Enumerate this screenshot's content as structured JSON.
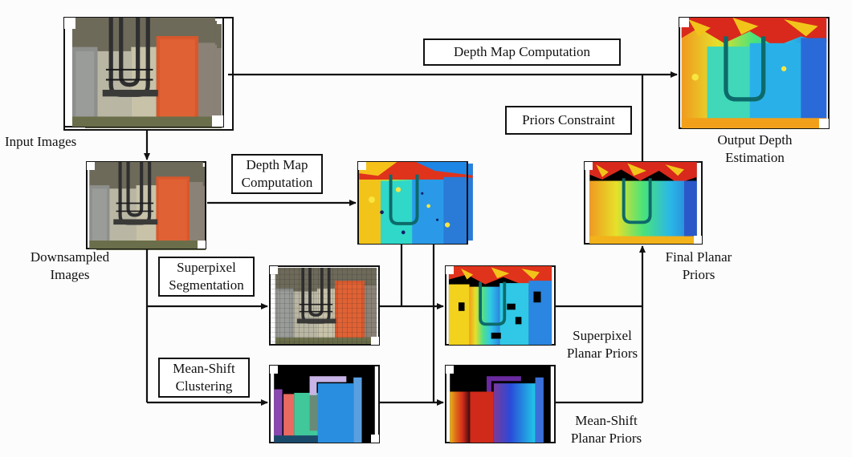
{
  "labels": {
    "input_images": "Input Images",
    "downsampled_line1": "Downsampled",
    "downsampled_line2": "Images",
    "output_line1": "Output Depth",
    "output_line2": "Estimation",
    "final_line1": "Final Planar",
    "final_line2": "Priors",
    "sp_priors_line1": "Superpixel",
    "sp_priors_line2": "Planar Priors",
    "ms_priors_line1": "Mean-Shift",
    "ms_priors_line2": "Planar Priors"
  },
  "boxes": {
    "depth_top": "Depth Map Computation",
    "depth_mid_line1": "Depth Map",
    "depth_mid_line2": "Computation",
    "priors_constraint": "Priors Constraint",
    "superpixel_line1": "Superpixel",
    "superpixel_line2": "Segmentation",
    "meanshift_line1": "Mean-Shift",
    "meanshift_line2": "Clustering"
  },
  "colors": {
    "line": "#111111",
    "orange_wall": "#d8572c",
    "grey_wall": "#8d8f8c",
    "jet_blue": "#1f8fe0",
    "jet_cyan": "#2fd8e6",
    "jet_yellow": "#f2d21c",
    "jet_red": "#d8291c"
  }
}
